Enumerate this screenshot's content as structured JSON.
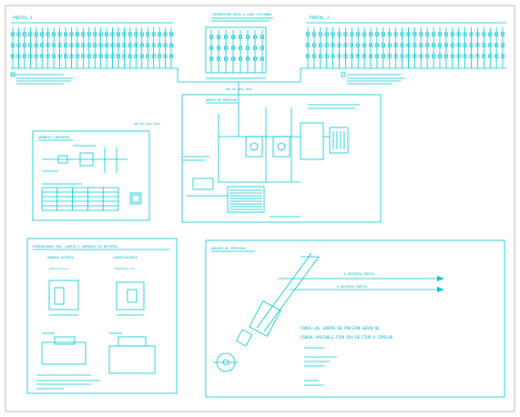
{
  "labels": {
    "left_portal_title": "PORTAL 1",
    "right_portal_title": "PORTAL 2",
    "top_note": "SUMINISTRO AGUA A CADA VIVIENDA",
    "mid_panel_title": "GRUPO DE PRESION",
    "small_panel_title": "ARMARIO CONTADOR",
    "panel_dims_title": "DIMENSIONES DEL CUARTO Y ARMARIO DE BATERIA",
    "panel_dims_sub_left": "ARMARIO BATERIA",
    "panel_dims_sub_right": "CUARTO BATERIA",
    "panel_dims_left_sub2": "Planta/Seccion",
    "panel_dims_right_sub2": "Planta/Seccion",
    "panel_pressure_title": "GRUPOS DE PRESION",
    "arrow_label_top": "A BATERIA PORTAL",
    "arrow_label_bottom": "A BATERIA PORTAL",
    "big_note_line1": "TODOS LOS GRUPOS DE PRESION SERAN DE",
    "big_note_line2": "CAUDAL VARIABLE TIPO EVV DE ITUR O SIMILAR",
    "red_note": "RED DE AGUA FRIA",
    "left_red_caption": "RED DE AGUA FRIA"
  },
  "colors": {
    "line": "#00c8d8",
    "text": "#00b4c8",
    "background": "#ffffff",
    "frame": "#bfbfbf"
  }
}
